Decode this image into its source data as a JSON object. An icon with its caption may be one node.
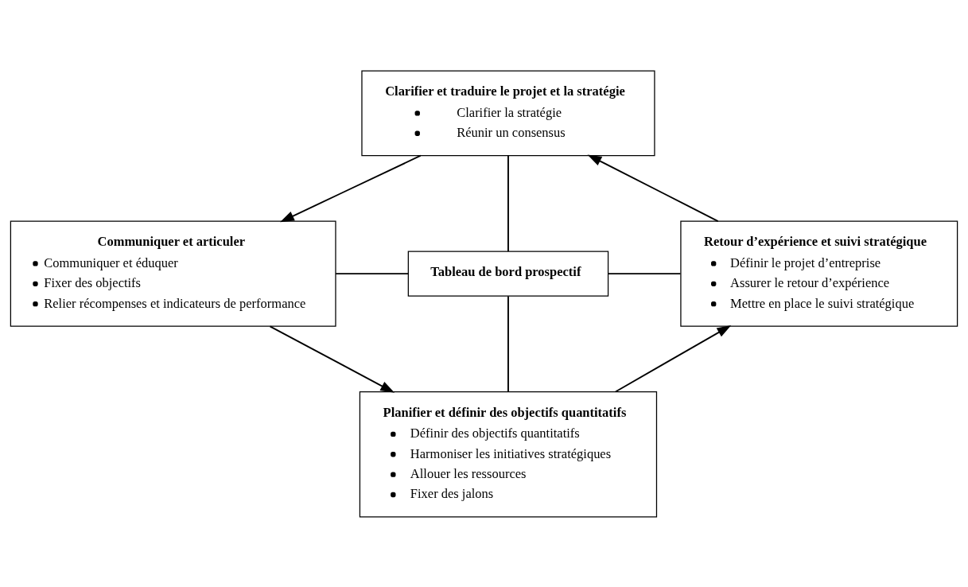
{
  "diagram": {
    "nodes": [
      {
        "text": [
          "Clarifier et traduire le projet et la stratégie",
          "Clarifier la stratégie",
          "Réunir un consensus"
        ]
      },
      {
        "text": [
          "Communiquer et articuler",
          "Communiquer et éduquer",
          "Fixer des objectifs",
          "Relier récompenses et indicateurs de performance"
        ]
      },
      {
        "text": [
          "Tableau de bord prospectif"
        ]
      },
      {
        "text": [
          "Retour d’expérience et suivi stratégique",
          "Définir le projet d’entreprise",
          "Assurer le retour d’expérience",
          "Mettre en place le suivi stratégique"
        ]
      },
      {
        "text": [
          "Planifier et définir des objectifs quantitatifs",
          "Définir des objectifs quantitatifs",
          "Harmoniser les initiatives stratégiques",
          "Allouer les ressources",
          "Fixer des jalons"
        ]
      }
    ],
    "edges": [
      {
        "from": 0,
        "to": 1,
        "arrow": "to"
      },
      {
        "from": 1,
        "to": 4,
        "arrow": "to"
      },
      {
        "from": 4,
        "to": 3,
        "arrow": "to"
      },
      {
        "from": 3,
        "to": 0,
        "arrow": "to"
      },
      {
        "from": 2,
        "to": 0,
        "arrow": "none"
      },
      {
        "from": 2,
        "to": 1,
        "arrow": "none"
      },
      {
        "from": 2,
        "to": 3,
        "arrow": "none"
      },
      {
        "from": 2,
        "to": 4,
        "arrow": "none"
      }
    ]
  }
}
